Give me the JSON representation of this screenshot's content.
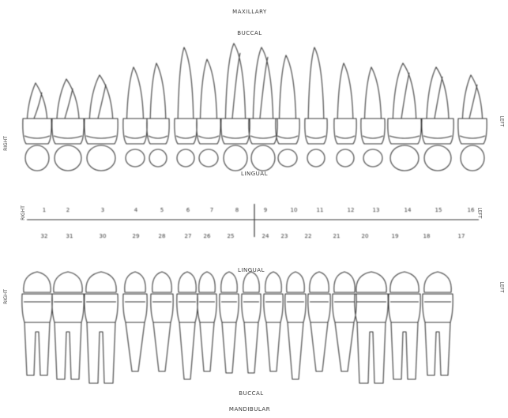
{
  "labels": {
    "maxillary": "MAXILLARY",
    "buccal_top": "BUCCAL",
    "lingual_upper": "LINGUAL",
    "lingual_lower": "LINGUAL",
    "buccal_bottom": "BUCCAL",
    "mandibular": "MANDIBULAR",
    "right_upper": "RIGHT",
    "left_upper": "LEFT",
    "right_mid": "RIGHT",
    "left_mid": "LEFT",
    "right_lower": "RIGHT",
    "left_lower": "LEFT"
  },
  "upper_numbers": [
    "1",
    "2",
    "3",
    "4",
    "5",
    "6",
    "7",
    "8",
    "9",
    "10",
    "11",
    "12",
    "13",
    "14",
    "15",
    "16"
  ],
  "lower_numbers": [
    "32",
    "31",
    "30",
    "29",
    "28",
    "27",
    "26",
    "25",
    "24",
    "23",
    "22",
    "21",
    "20",
    "19",
    "18",
    "17"
  ],
  "colors": {
    "stroke": "#3a3a3a",
    "background": "#ffffff"
  }
}
